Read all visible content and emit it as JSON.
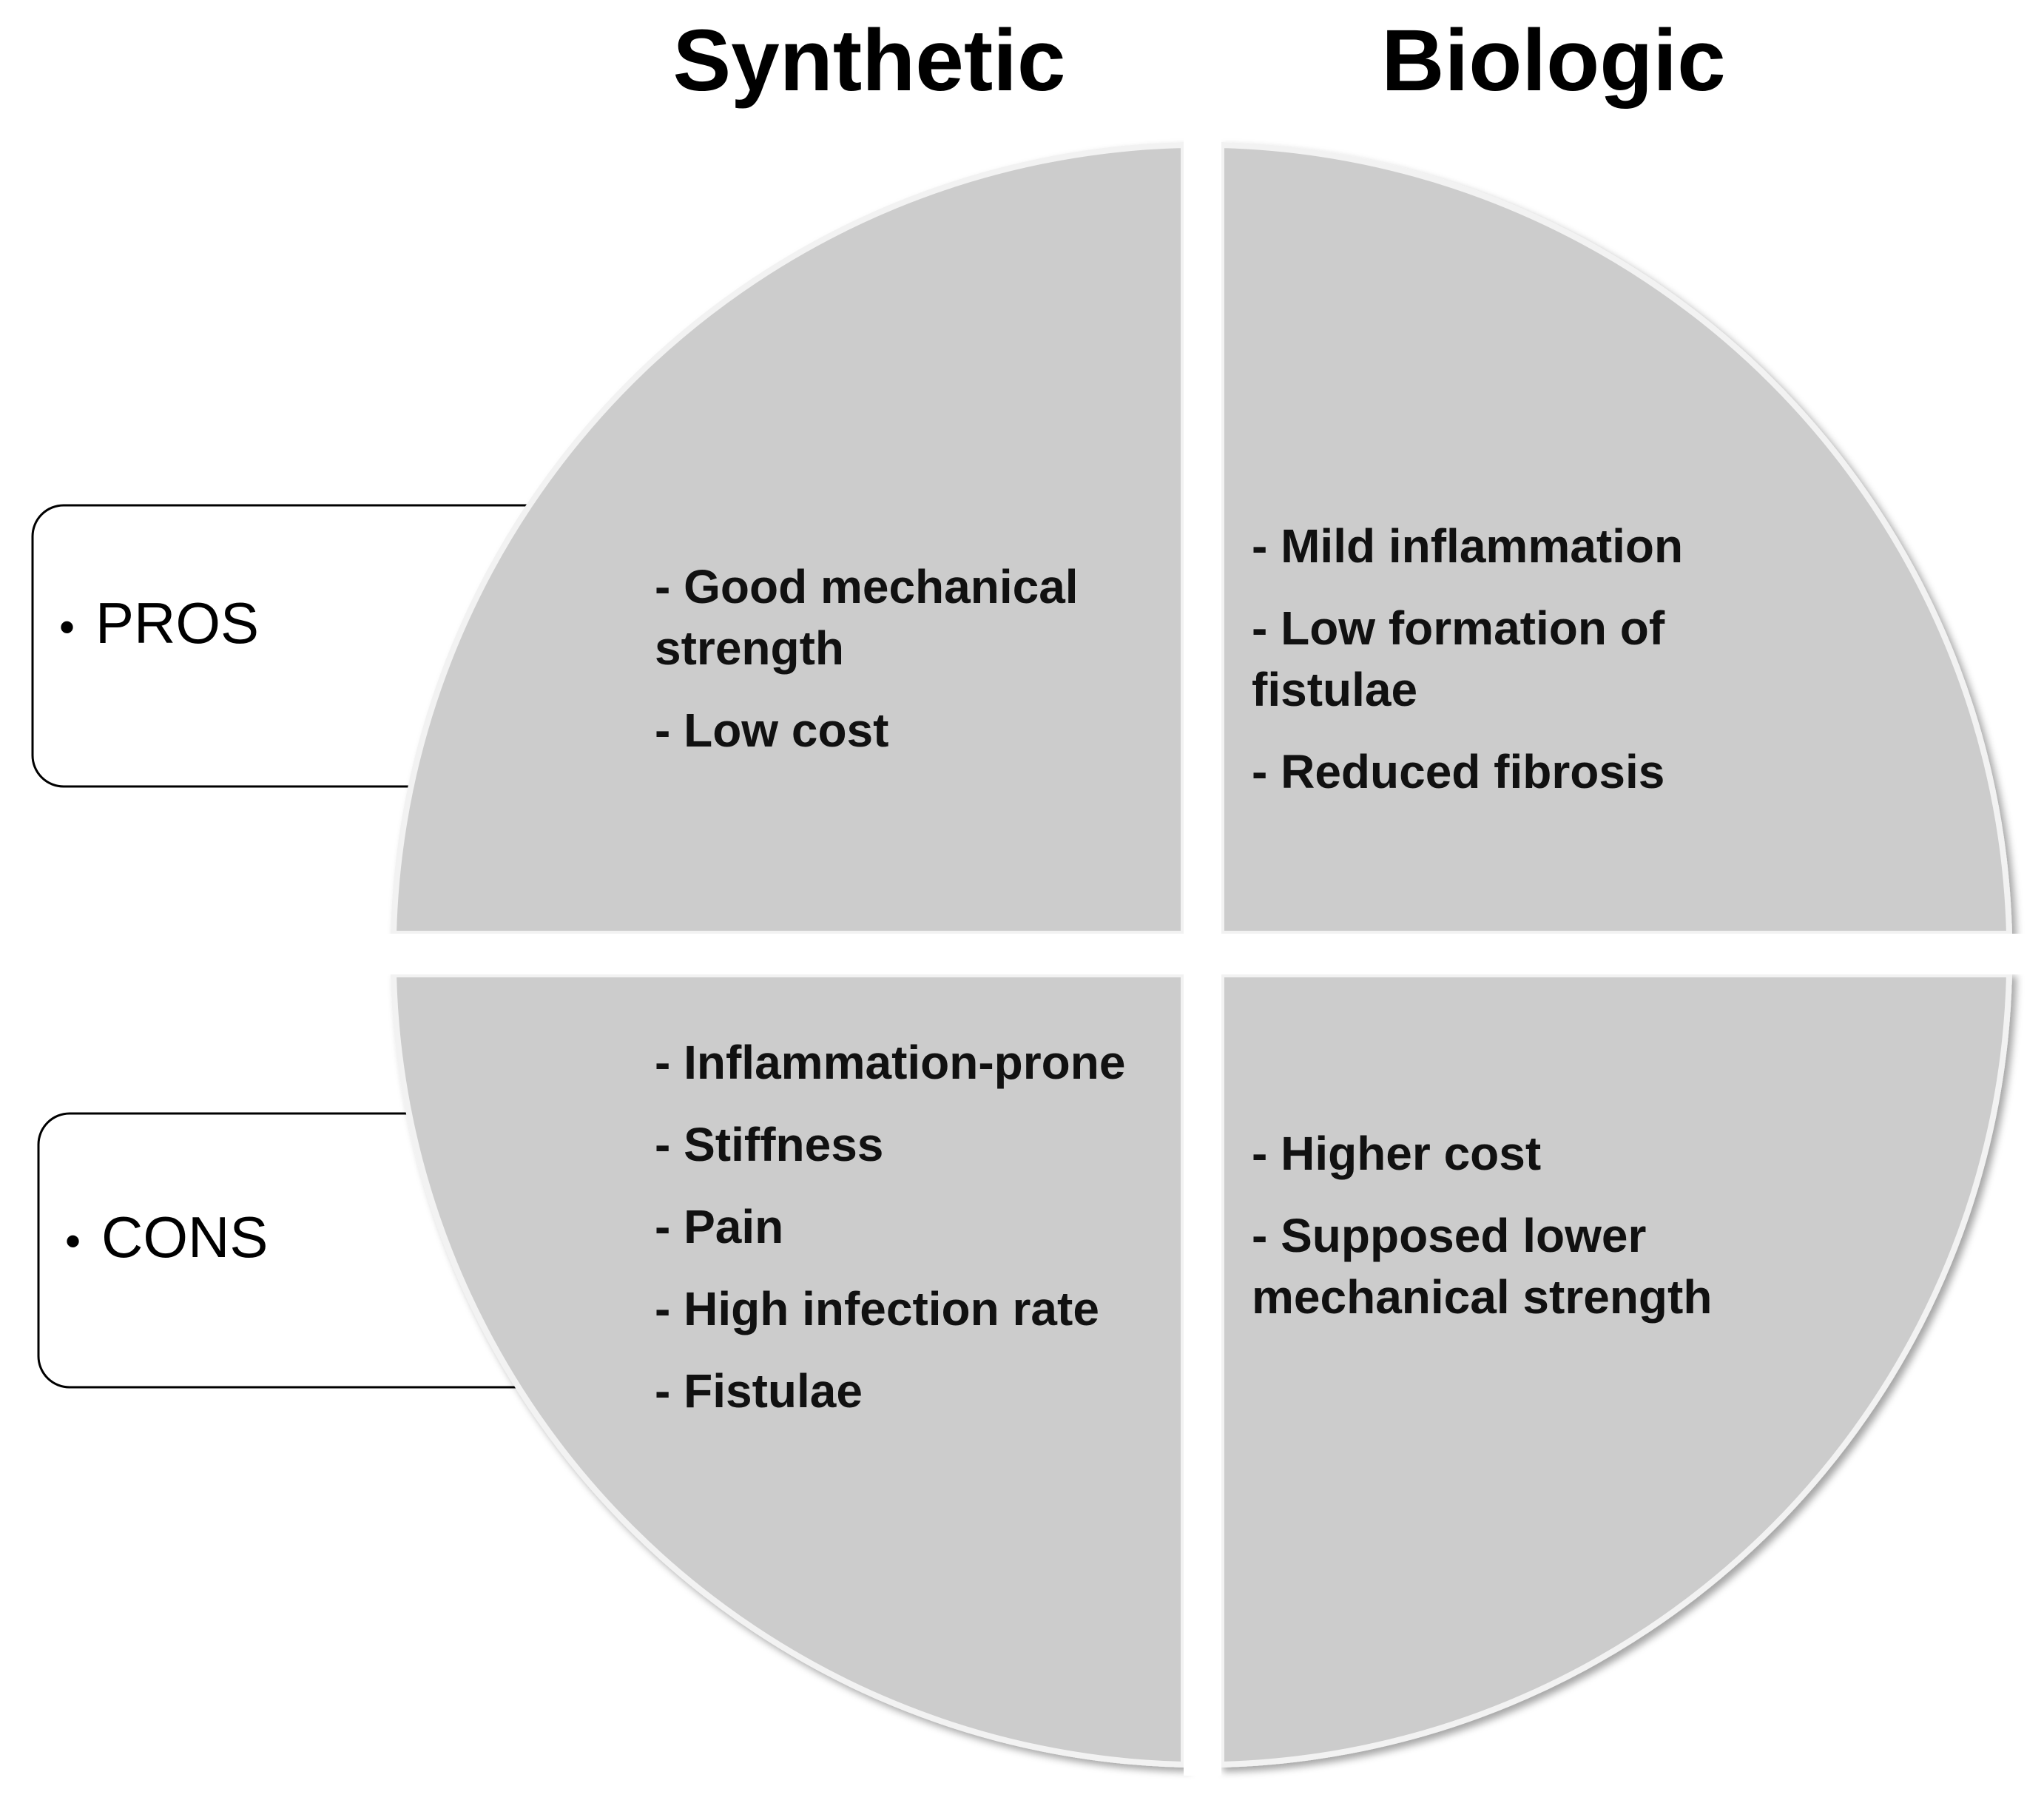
{
  "columns": {
    "synthetic": "Synthetic",
    "biologic": "Biologic"
  },
  "rows": {
    "pros": "PROS",
    "cons": "CONS"
  },
  "bullet": "•",
  "quadrants": {
    "synthetic_pros": [
      "- Good  mechanical strength",
      "- Low cost"
    ],
    "biologic_pros": [
      "- Mild inflammation",
      "- Low formation of fistulae",
      "- Reduced fibrosis"
    ],
    "synthetic_cons": [
      "- Inflammation-prone",
      "- Stiffness",
      "- Pain",
      "- High infection rate",
      "- Fistulae"
    ],
    "biologic_cons": [
      "- Higher cost",
      "- Supposed lower mechanical strength"
    ]
  },
  "colors": {
    "quadrant_fill": "#cccccc",
    "quadrant_edge_light": "#f2f2f2",
    "quadrant_edge_dark": "#7a7a7a",
    "label_box_border": "#000000"
  }
}
